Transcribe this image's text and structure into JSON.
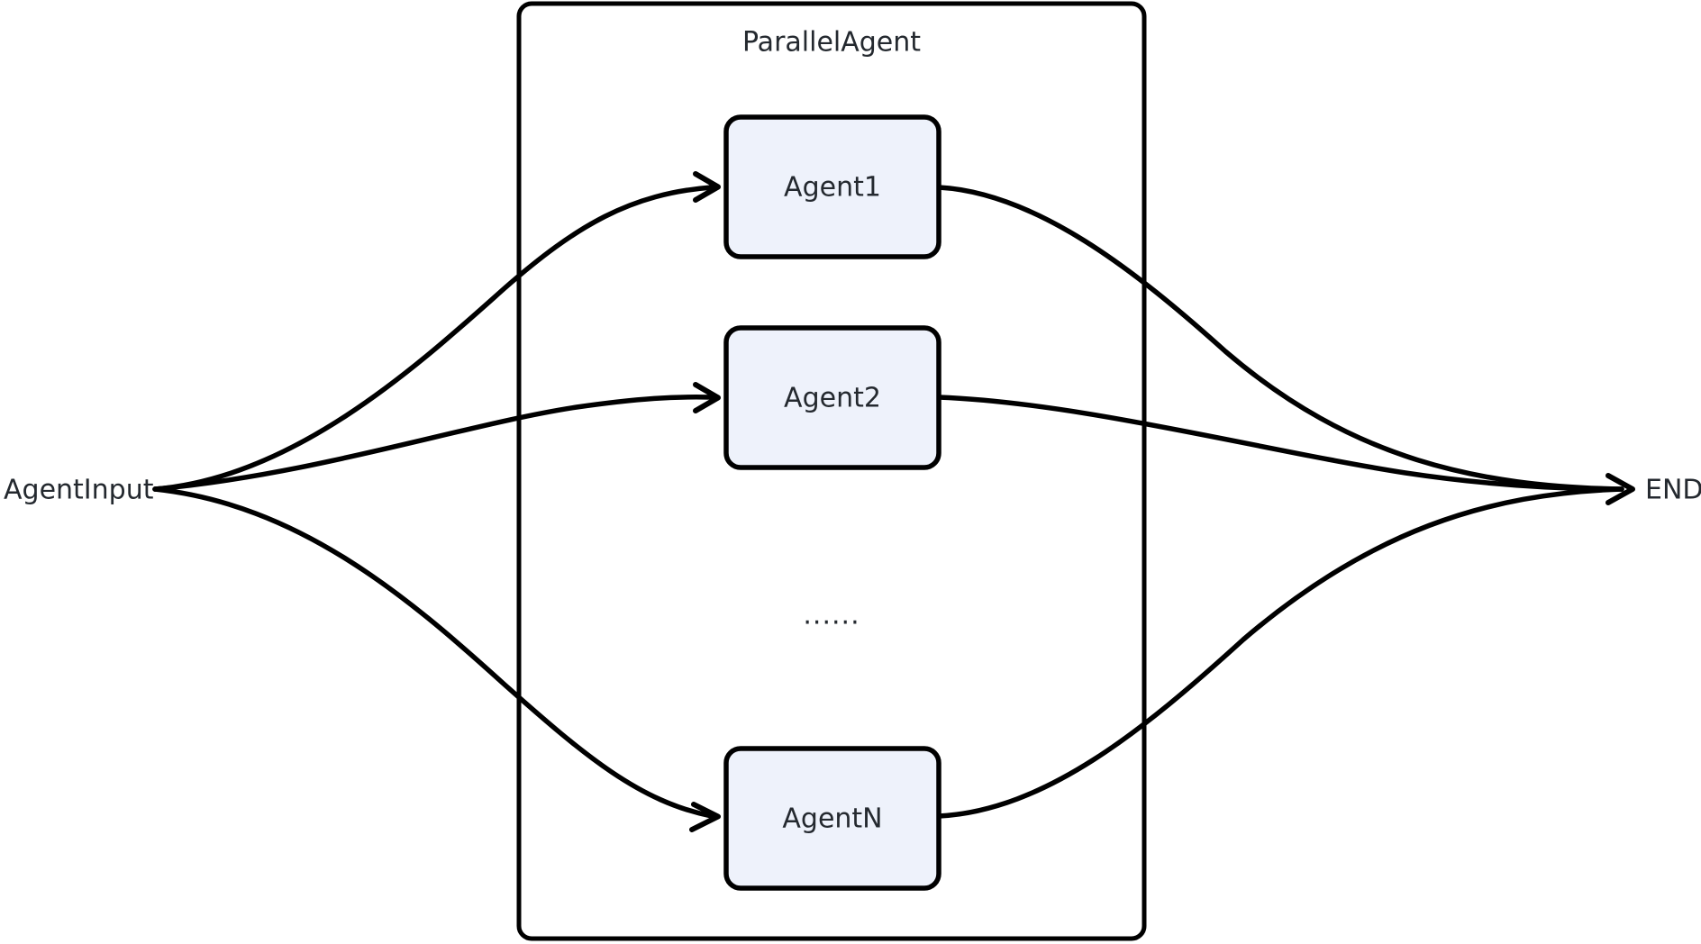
{
  "diagram": {
    "type": "flow-diagram",
    "background_color": "#ffffff",
    "stroke_color": "#000000",
    "node_fill_color": "#eef2fb",
    "text_color": "#24292f",
    "group": {
      "title": "ParallelAgent",
      "name": "parallel-agent-group"
    },
    "start_node": {
      "label": "AgentInput"
    },
    "end_node": {
      "label": "END"
    },
    "ellipsis": {
      "label": "......"
    },
    "agents": [
      {
        "label": "Agent1"
      },
      {
        "label": "Agent2"
      },
      {
        "label": "AgentN"
      }
    ],
    "edges": [
      {
        "from": "AgentInput",
        "to": "Agent1"
      },
      {
        "from": "AgentInput",
        "to": "Agent2"
      },
      {
        "from": "AgentInput",
        "to": "AgentN"
      },
      {
        "from": "Agent1",
        "to": "END"
      },
      {
        "from": "Agent2",
        "to": "END"
      },
      {
        "from": "AgentN",
        "to": "END"
      }
    ]
  }
}
